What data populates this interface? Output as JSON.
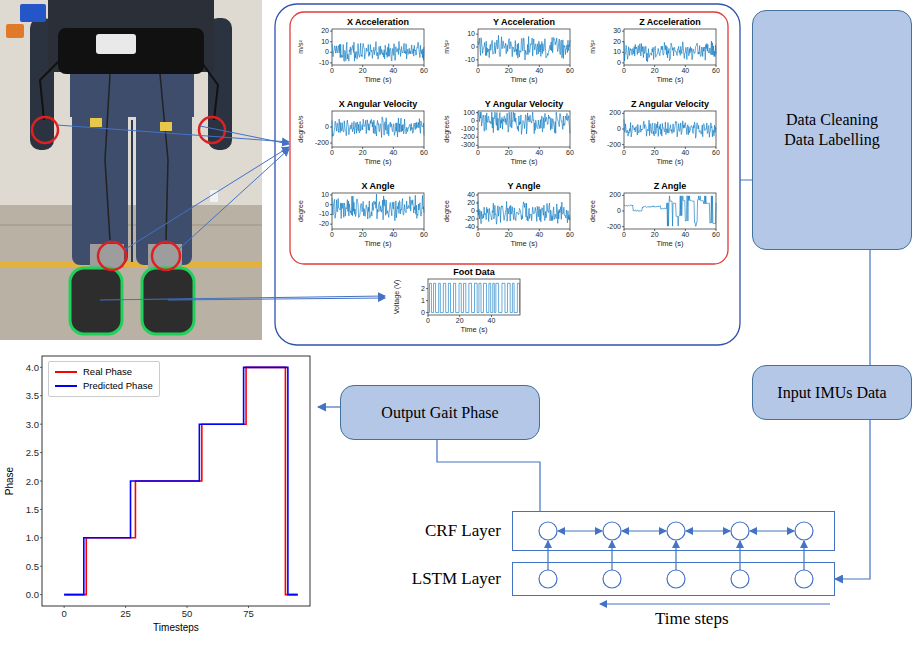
{
  "diagram": {
    "nodes": [
      {
        "text": [
          "X Acceleration",
          "m/s²",
          "Time (s)"
        ]
      },
      {
        "text": [
          "Y Acceleration",
          "m/s²",
          "Time (s)"
        ]
      },
      {
        "text": [
          "Z Acceleration",
          "m/s²",
          "Time (s)"
        ]
      },
      {
        "text": [
          "X Angular Velocity",
          "degree/s",
          "Time (s)"
        ]
      },
      {
        "text": [
          "Y Angular Velocity",
          "degree/s",
          "Time (s)"
        ]
      },
      {
        "text": [
          "Z Angular Velocity",
          "degree/s",
          "Time (s)"
        ]
      },
      {
        "text": [
          "X Angle",
          "degree",
          "Time (s)"
        ]
      },
      {
        "text": [
          "Y Angle",
          "degree",
          "Time (s)"
        ]
      },
      {
        "text": [
          "Z Angle",
          "degree",
          "Time (s)"
        ]
      },
      {
        "text": [
          "Foot Data",
          "Voltage (V)",
          "Time (s)"
        ]
      },
      {
        "text": [
          "Data Cleaning Data Labelling"
        ]
      },
      {
        "text": [
          "Output Gait Phase"
        ]
      },
      {
        "text": [
          "Input IMUs Data"
        ]
      },
      {
        "text": [
          "CRF Layer"
        ]
      },
      {
        "text": [
          "LSTM Layer"
        ]
      },
      {
        "text": [
          "Phase",
          "Timesteps"
        ]
      }
    ],
    "edges": [
      {
        "from": 10,
        "to": 12,
        "arrow": "none"
      },
      {
        "from": 12,
        "to": 14,
        "arrow": "to"
      },
      {
        "from": 13,
        "to": 11,
        "arrow": "none"
      },
      {
        "from": 11,
        "to": 15,
        "arrow": "to"
      }
    ],
    "labels": [
      "20",
      "10",
      "0",
      "-10",
      "0",
      "20",
      "40",
      "60",
      "10",
      "0",
      "-10",
      "0",
      "20",
      "40",
      "60",
      "30",
      "20",
      "10",
      "0",
      "0",
      "20",
      "40",
      "60",
      "0",
      "-200",
      "0",
      "20",
      "40",
      "60",
      "100",
      "0",
      "-100",
      "-200",
      "-300",
      "0",
      "20",
      "40",
      "60",
      "200",
      "0",
      "-200",
      "0",
      "20",
      "40",
      "60",
      "10",
      "0",
      "-10",
      "-20",
      "0",
      "20",
      "40",
      "60",
      "40",
      "20",
      "0",
      "-20",
      "-40",
      "0",
      "20",
      "40",
      "60",
      "200",
      "0",
      "-200",
      "0",
      "20",
      "40",
      "60",
      "2",
      "1",
      "0",
      "0",
      "20",
      "40",
      "0.0",
      "0.5",
      "1.0",
      "1.5",
      "2.0",
      "2.5",
      "3.0",
      "3.5",
      "4.0",
      "0",
      "25",
      "50",
      "75",
      "Time steps"
    ],
    "legend": [
      {
        "text": "Real Phase",
        "color": "#ff0000"
      },
      {
        "text": "Predicted Phase",
        "color": "#0000ff"
      }
    ]
  }
}
